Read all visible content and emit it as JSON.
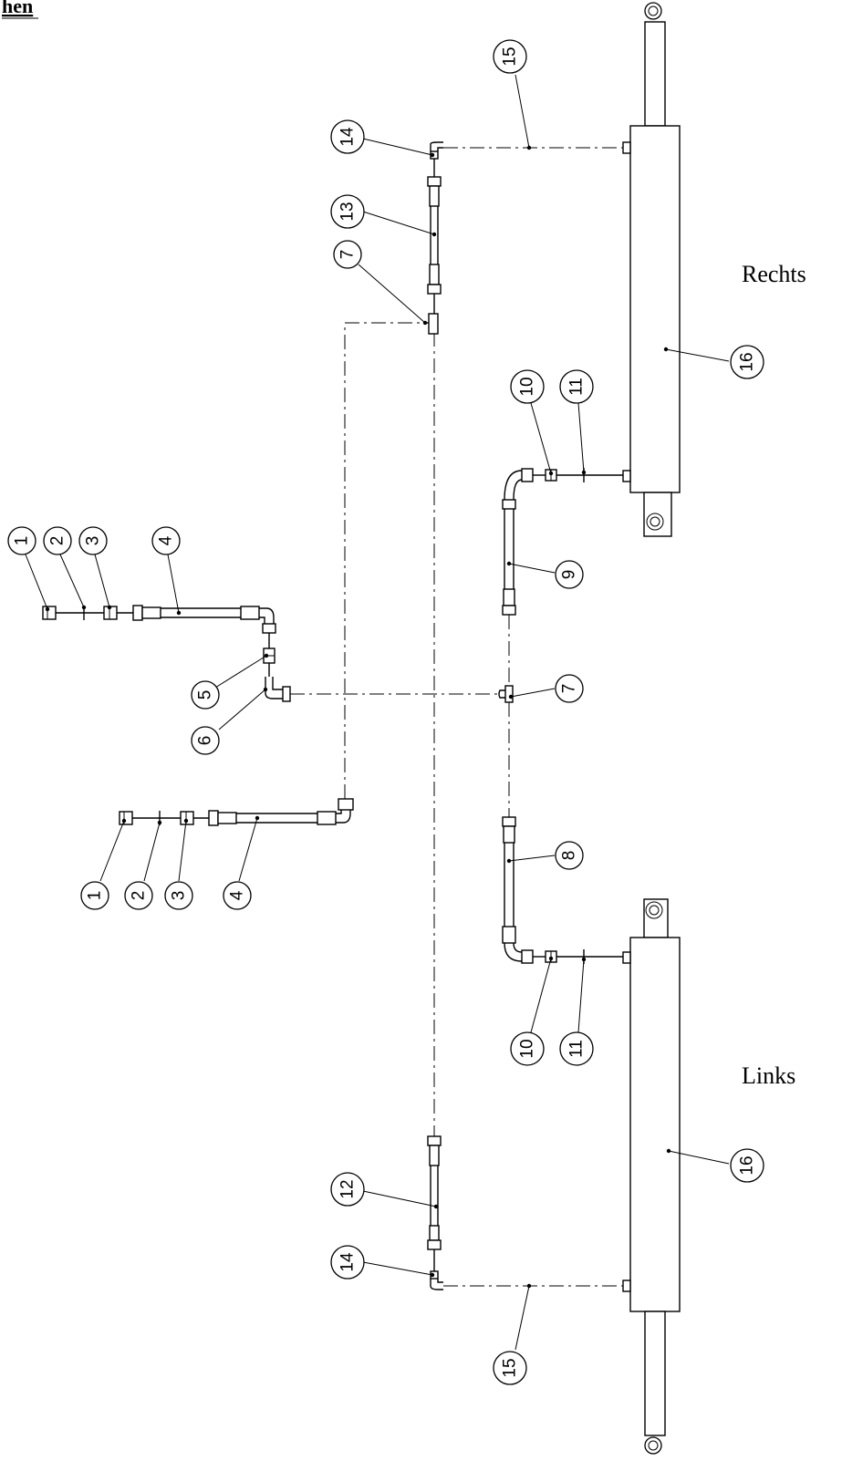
{
  "header": {
    "title_fragment": "hen"
  },
  "sides": {
    "right_label": "Rechts",
    "left_label": "Links"
  },
  "callouts": {
    "c1a": "1",
    "c2a": "2",
    "c3a": "3",
    "c4a": "4",
    "c5": "5",
    "c6": "6",
    "c1b": "1",
    "c2b": "2",
    "c3b": "3",
    "c4b": "4",
    "c7a": "7",
    "c7b": "7",
    "c8": "8",
    "c9": "9",
    "c10a": "10",
    "c11a": "11",
    "c10b": "10",
    "c11b": "11",
    "c12": "12",
    "c13": "13",
    "c14a": "14",
    "c14b": "14",
    "c15a": "15",
    "c15b": "15",
    "c16a": "16",
    "c16b": "16"
  }
}
